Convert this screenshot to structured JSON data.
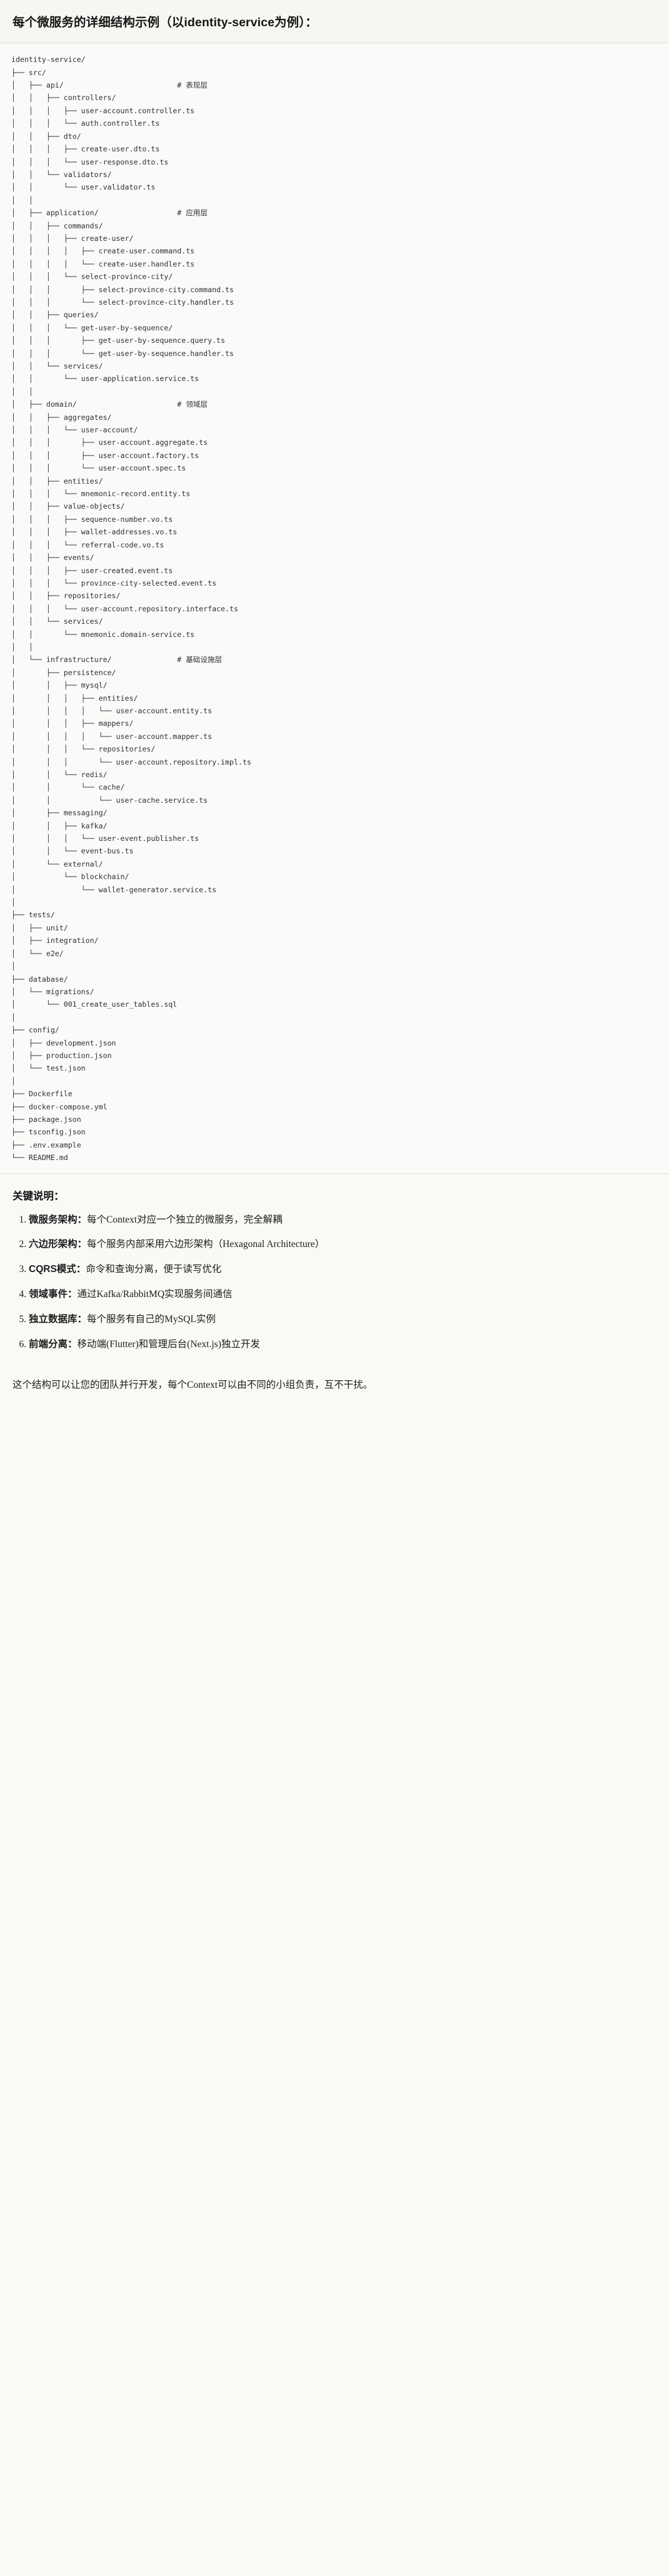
{
  "heading": "每个微服务的详细结构示例（以identity-service为例）：",
  "tree": {
    "root": "identity-service/",
    "text": "identity-service/\n├── src/\n│   ├── api/                          # 表现层\n│   │   ├── controllers/\n│   │   │   ├── user-account.controller.ts\n│   │   │   └── auth.controller.ts\n│   │   ├── dto/\n│   │   │   ├── create-user.dto.ts\n│   │   │   └── user-response.dto.ts\n│   │   └── validators/\n│   │       └── user.validator.ts\n│   │\n│   ├── application/                  # 应用层\n│   │   ├── commands/\n│   │   │   ├── create-user/\n│   │   │   │   ├── create-user.command.ts\n│   │   │   │   └── create-user.handler.ts\n│   │   │   └── select-province-city/\n│   │   │       ├── select-province-city.command.ts\n│   │   │       └── select-province-city.handler.ts\n│   │   ├── queries/\n│   │   │   └── get-user-by-sequence/\n│   │   │       ├── get-user-by-sequence.query.ts\n│   │   │       └── get-user-by-sequence.handler.ts\n│   │   └── services/\n│   │       └── user-application.service.ts\n│   │\n│   ├── domain/                       # 领域层\n│   │   ├── aggregates/\n│   │   │   └── user-account/\n│   │   │       ├── user-account.aggregate.ts\n│   │   │       ├── user-account.factory.ts\n│   │   │       └── user-account.spec.ts\n│   │   ├── entities/\n│   │   │   └── mnemonic-record.entity.ts\n│   │   ├── value-objects/\n│   │   │   ├── sequence-number.vo.ts\n│   │   │   ├── wallet-addresses.vo.ts\n│   │   │   └── referral-code.vo.ts\n│   │   ├── events/\n│   │   │   ├── user-created.event.ts\n│   │   │   └── province-city-selected.event.ts\n│   │   ├── repositories/\n│   │   │   └── user-account.repository.interface.ts\n│   │   └── services/\n│   │       └── mnemonic.domain-service.ts\n│   │\n│   └── infrastructure/               # 基础设施层\n│       ├── persistence/\n│       │   ├── mysql/\n│       │   │   ├── entities/\n│       │   │   │   └── user-account.entity.ts\n│       │   │   ├── mappers/\n│       │   │   │   └── user-account.mapper.ts\n│       │   │   └── repositories/\n│       │   │       └── user-account.repository.impl.ts\n│       │   └── redis/\n│       │       └── cache/\n│       │           └── user-cache.service.ts\n│       ├── messaging/\n│       │   ├── kafka/\n│       │   │   └── user-event.publisher.ts\n│       │   └── event-bus.ts\n│       └── external/\n│           └── blockchain/\n│               └── wallet-generator.service.ts\n│\n├── tests/\n│   ├── unit/\n│   ├── integration/\n│   └── e2e/\n│\n├── database/\n│   └── migrations/\n│       └── 001_create_user_tables.sql\n│\n├── config/\n│   ├── development.json\n│   ├── production.json\n│   └── test.json\n│\n├── Dockerfile\n├── docker-compose.yml\n├── package.json\n├── tsconfig.json\n├── .env.example\n└── README.md"
  },
  "keys": {
    "title": "关键说明：",
    "items": [
      {
        "lead": "微服务架构",
        "sep": "：",
        "body": "每个Context对应一个独立的微服务，完全解耦"
      },
      {
        "lead": "六边形架构",
        "sep": "：",
        "body": "每个服务内部采用六边形架构（Hexagonal Architecture）"
      },
      {
        "lead": "CQRS模式",
        "sep": "：",
        "body": "命令和查询分离，便于读写优化"
      },
      {
        "lead": "领域事件",
        "sep": "：",
        "body": "通过Kafka/RabbitMQ实现服务间通信"
      },
      {
        "lead": "独立数据库",
        "sep": "：",
        "body": "每个服务有自己的MySQL实例"
      },
      {
        "lead": "前端分离",
        "sep": "：",
        "body": "移动端(Flutter)和管理后台(Next.js)独立开发"
      }
    ]
  },
  "footer_note": "这个结构可以让您的团队并行开发，每个Context可以由不同的小组负责，互不干扰。"
}
